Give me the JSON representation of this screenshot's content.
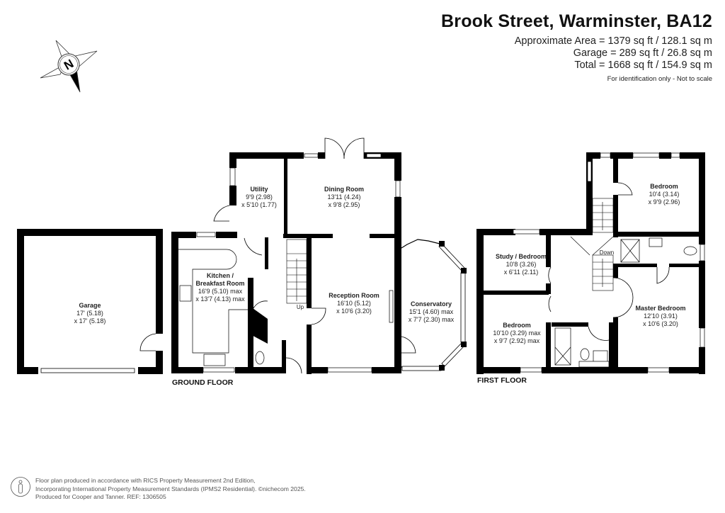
{
  "header": {
    "title": "Brook Street, Warminster, BA12",
    "approx_area": "Approximate Area = 1379 sq ft / 128.1 sq m",
    "garage_area": "Garage = 289 sq ft / 26.8 sq m",
    "total_area": "Total = 1668 sq ft / 154.9 sq m",
    "disclaimer": "For identification only - Not to scale"
  },
  "compass": {
    "label": "N"
  },
  "ground_floor": {
    "label": "GROUND FLOOR",
    "rooms": [
      {
        "name": "Garage",
        "dim1": "17' (5.18)",
        "dim2": "x 17' (5.18)"
      },
      {
        "name": "Utility",
        "dim1": "9'9 (2.98)",
        "dim2": "x 5'10 (1.77)"
      },
      {
        "name": "Kitchen /",
        "name2": "Breakfast Room",
        "dim1": "16'9 (5.10) max",
        "dim2": "x 13'7 (4.13) max"
      },
      {
        "name": "Dining Room",
        "dim1": "13'11 (4.24)",
        "dim2": "x 9'8 (2.95)"
      },
      {
        "name": "Reception Room",
        "dim1": "16'10 (5.12)",
        "dim2": "x 10'6 (3.20)"
      },
      {
        "name": "Conservatory",
        "dim1": "15'1 (4.60) max",
        "dim2": "x 7'7 (2.30) max"
      }
    ],
    "stairs_label": "Up"
  },
  "first_floor": {
    "label": "FIRST FLOOR",
    "rooms": [
      {
        "name": "Bedroom",
        "dim1": "10'4 (3.14)",
        "dim2": "x 9'9 (2.96)"
      },
      {
        "name": "Study / Bedroom",
        "dim1": "10'8 (3.26)",
        "dim2": "x 6'11 (2.11)"
      },
      {
        "name": "Bedroom",
        "dim1": "10'10 (3.29) max",
        "dim2": "x 9'7 (2.92) max"
      },
      {
        "name": "Master Bedroom",
        "dim1": "12'10 (3.91)",
        "dim2": "x 10'6 (3.20)"
      }
    ],
    "stairs_label": "Down"
  },
  "footer": {
    "line1": "Floor plan produced in accordance with RICS Property Measurement 2nd Edition,",
    "line2": "Incorporating International Property Measurement Standards (IPMS2 Residential).   ©nichecom 2025.",
    "line3": "Produced for Cooper and Tanner.   REF: 1306505"
  },
  "colors": {
    "wall": "#000000",
    "background": "#ffffff",
    "text": "#222222"
  }
}
